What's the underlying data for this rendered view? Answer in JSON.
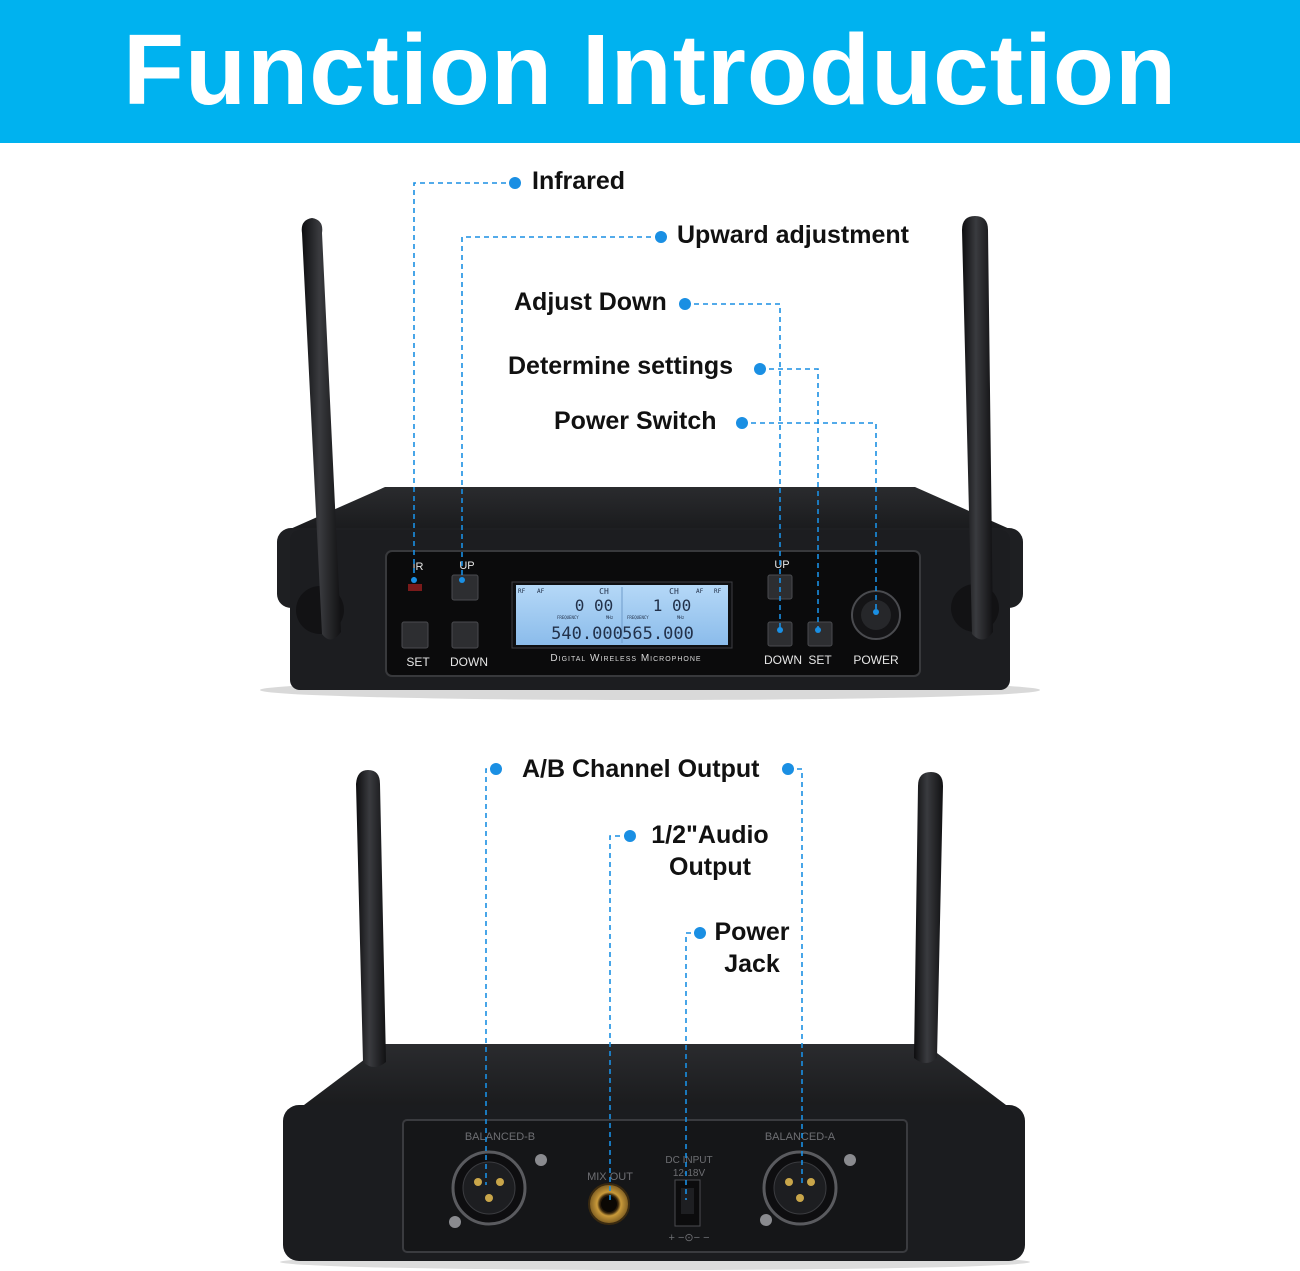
{
  "banner": {
    "title": "Function Introduction",
    "color": "#00b2ef"
  },
  "colors": {
    "callout": "#1a8fe3",
    "lcd": "#9ec9f2",
    "body": "#1b1c1e"
  },
  "front_labels": {
    "infrared": "Infrared",
    "upward": "Upward adjustment",
    "adjust_down": "Adjust Down",
    "determine": "Determine settings",
    "power_switch": "Power Switch"
  },
  "back_labels": {
    "ab_output": "A/B Channel Output",
    "audio_line1": "1/2\"Audio",
    "audio_line2": "Output",
    "jack_line1": "Power",
    "jack_line2": "Jack"
  },
  "front_panel": {
    "ir": "IR",
    "up_left": "UP",
    "set_left": "SET",
    "down_left": "DOWN",
    "up_right": "UP",
    "down_right": "DOWN",
    "set_right": "SET",
    "power": "POWER",
    "brand": "Digital Wireless Microphone",
    "lcd": {
      "rf": "RF",
      "af": "AF",
      "ch": "CH",
      "freq": "FREQUENCY",
      "mhz": "MHz",
      "ch_a": "0 00",
      "freq_a": "540.000",
      "ch_b": "1 00",
      "freq_b": "565.000"
    }
  },
  "rear_panel": {
    "balanced_b": "BALANCED-B",
    "mix_out": "MIX OUT",
    "dc_input": "DC INPUT",
    "dc_volt": "12-18V",
    "balanced_a": "BALANCED-A"
  }
}
